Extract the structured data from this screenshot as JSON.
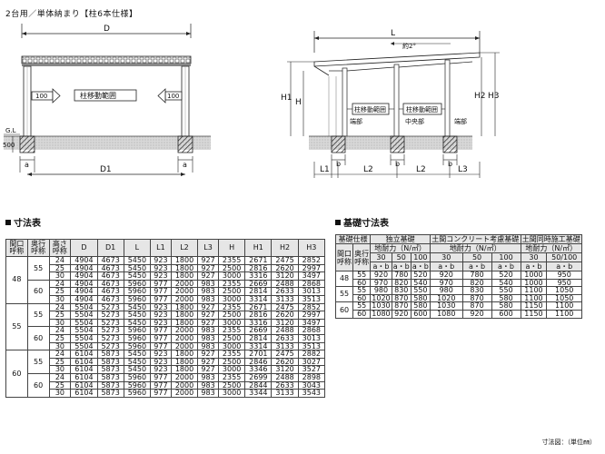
{
  "title": "2台用／単体納まり【柱6本仕様】",
  "drawing_labels": {
    "D": "D",
    "D1": "D1",
    "a": "a",
    "gl": "G.L",
    "h500": "500",
    "arrow_val": "100",
    "pillar_range": "柱移動範囲",
    "L": "L",
    "angle": "約2°",
    "b": "b",
    "L1": "L1",
    "L2": "L2",
    "L3": "L3",
    "H": "H",
    "H1": "H1",
    "H2": "H2",
    "H3": "H3",
    "end": "端部",
    "center": "中央部"
  },
  "dim_table": {
    "title": "寸法表",
    "headers": [
      "間口呼称",
      "奥行呼称",
      "高さ呼称",
      "D",
      "D1",
      "L",
      "L1",
      "L2",
      "L3",
      "H",
      "H1",
      "H2",
      "H3"
    ],
    "groups": [
      {
        "w": "48",
        "depths": [
          {
            "d": "55",
            "rows": [
              [
                "24",
                "4904",
                "4673",
                "5450",
                "923",
                "1800",
                "927",
                "2355",
                "2671",
                "2475",
                "2852"
              ],
              [
                "25",
                "4904",
                "4673",
                "5450",
                "923",
                "1800",
                "927",
                "2500",
                "2816",
                "2620",
                "2997"
              ],
              [
                "30",
                "4904",
                "4673",
                "5450",
                "923",
                "1800",
                "927",
                "3000",
                "3316",
                "3120",
                "3497"
              ]
            ]
          },
          {
            "d": "60",
            "rows": [
              [
                "24",
                "4904",
                "4673",
                "5960",
                "977",
                "2000",
                "983",
                "2355",
                "2669",
                "2488",
                "2868"
              ],
              [
                "25",
                "4904",
                "4673",
                "5960",
                "977",
                "2000",
                "983",
                "2500",
                "2814",
                "2633",
                "3013"
              ],
              [
                "30",
                "4904",
                "4673",
                "5960",
                "977",
                "2000",
                "983",
                "3000",
                "3314",
                "3133",
                "3513"
              ]
            ]
          }
        ]
      },
      {
        "w": "55",
        "depths": [
          {
            "d": "55",
            "rows": [
              [
                "24",
                "5504",
                "5273",
                "5450",
                "923",
                "1800",
                "927",
                "2355",
                "2671",
                "2475",
                "2852"
              ],
              [
                "25",
                "5504",
                "5273",
                "5450",
                "923",
                "1800",
                "927",
                "2500",
                "2816",
                "2620",
                "2997"
              ],
              [
                "30",
                "5504",
                "5273",
                "5450",
                "923",
                "1800",
                "927",
                "3000",
                "3316",
                "3120",
                "3497"
              ]
            ]
          },
          {
            "d": "60",
            "rows": [
              [
                "24",
                "5504",
                "5273",
                "5960",
                "977",
                "2000",
                "983",
                "2355",
                "2669",
                "2488",
                "2868"
              ],
              [
                "25",
                "5504",
                "5273",
                "5960",
                "977",
                "2000",
                "983",
                "2500",
                "2814",
                "2633",
                "3013"
              ],
              [
                "30",
                "5504",
                "5273",
                "5960",
                "977",
                "2000",
                "983",
                "3000",
                "3314",
                "3133",
                "3513"
              ]
            ]
          }
        ]
      },
      {
        "w": "60",
        "depths": [
          {
            "d": "55",
            "rows": [
              [
                "24",
                "6104",
                "5873",
                "5450",
                "923",
                "1800",
                "927",
                "2355",
                "2701",
                "2475",
                "2882"
              ],
              [
                "25",
                "6104",
                "5873",
                "5450",
                "923",
                "1800",
                "927",
                "2500",
                "2846",
                "2620",
                "3027"
              ],
              [
                "30",
                "6104",
                "5873",
                "5450",
                "923",
                "1800",
                "927",
                "3000",
                "3346",
                "3120",
                "3527"
              ]
            ]
          },
          {
            "d": "60",
            "rows": [
              [
                "24",
                "6104",
                "5873",
                "5960",
                "977",
                "2000",
                "983",
                "2355",
                "2699",
                "2488",
                "2898"
              ],
              [
                "25",
                "6104",
                "5873",
                "5960",
                "977",
                "2000",
                "983",
                "2500",
                "2844",
                "2633",
                "3043"
              ],
              [
                "30",
                "6104",
                "5873",
                "5960",
                "977",
                "2000",
                "983",
                "3000",
                "3344",
                "3133",
                "3543"
              ]
            ]
          }
        ]
      }
    ]
  },
  "found_table": {
    "title": "基礎寸法表",
    "h_spec": "基礎仕様",
    "h_w": "間口呼称",
    "h_d": "奥行呼称",
    "types": [
      "独立基礎",
      "土間コンクリート考慮基礎",
      "土間同時施工基礎"
    ],
    "bearing": "地耐力（N/㎡）",
    "cap": [
      [
        "30",
        "50",
        "100"
      ],
      [
        "30",
        "50",
        "100"
      ],
      [
        "30",
        "50/100"
      ]
    ],
    "ab": "a・b",
    "rows": [
      [
        "48",
        "55",
        "920",
        "780",
        "520",
        "920",
        "780",
        "520",
        "1000",
        "950"
      ],
      [
        "",
        "60",
        "970",
        "820",
        "540",
        "970",
        "820",
        "540",
        "1000",
        "950"
      ],
      [
        "55",
        "55",
        "980",
        "830",
        "550",
        "980",
        "830",
        "550",
        "1100",
        "1050"
      ],
      [
        "",
        "60",
        "1020",
        "870",
        "580",
        "1020",
        "870",
        "580",
        "1100",
        "1050"
      ],
      [
        "60",
        "55",
        "1030",
        "870",
        "580",
        "1030",
        "870",
        "580",
        "1150",
        "1100"
      ],
      [
        "",
        "60",
        "1080",
        "920",
        "600",
        "1080",
        "920",
        "600",
        "1150",
        "1100"
      ]
    ]
  },
  "footnote": "寸法図：（単位㎜）"
}
